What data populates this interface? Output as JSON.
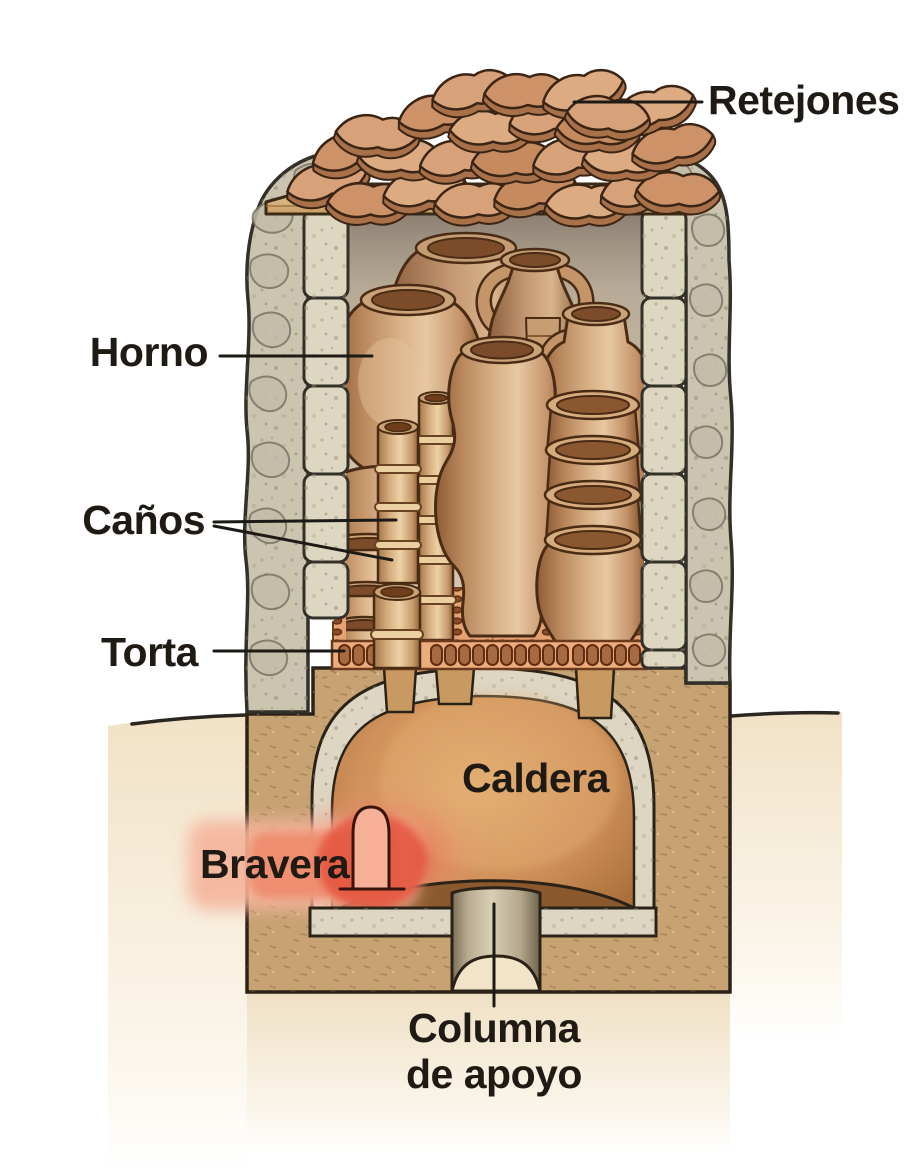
{
  "diagram": {
    "labels": {
      "retejones": "Retejones",
      "horno": "Horno",
      "canos": "Caños",
      "torta": "Torta",
      "caldera": "Caldera",
      "bravera": "Bravera",
      "columna_line1": "Columna",
      "columna_line2": "de apoyo"
    },
    "palette": {
      "background": "#ffffff",
      "outline": "#2b2217",
      "label_text": "#1f1a14",
      "stone_wall": "#cbc4ae",
      "stone_block": "#ddd6c0",
      "earth": "#c7a273",
      "tile_terracotta": "#d59d76",
      "pottery_clay": "#c8976c",
      "torta_floor": "#eeab7c",
      "caldera_interior": "#cf9159",
      "fire_glow": "#e4523c",
      "ground_cream": "#f1e2c6",
      "column_stone": "#cfc3a8"
    }
  }
}
